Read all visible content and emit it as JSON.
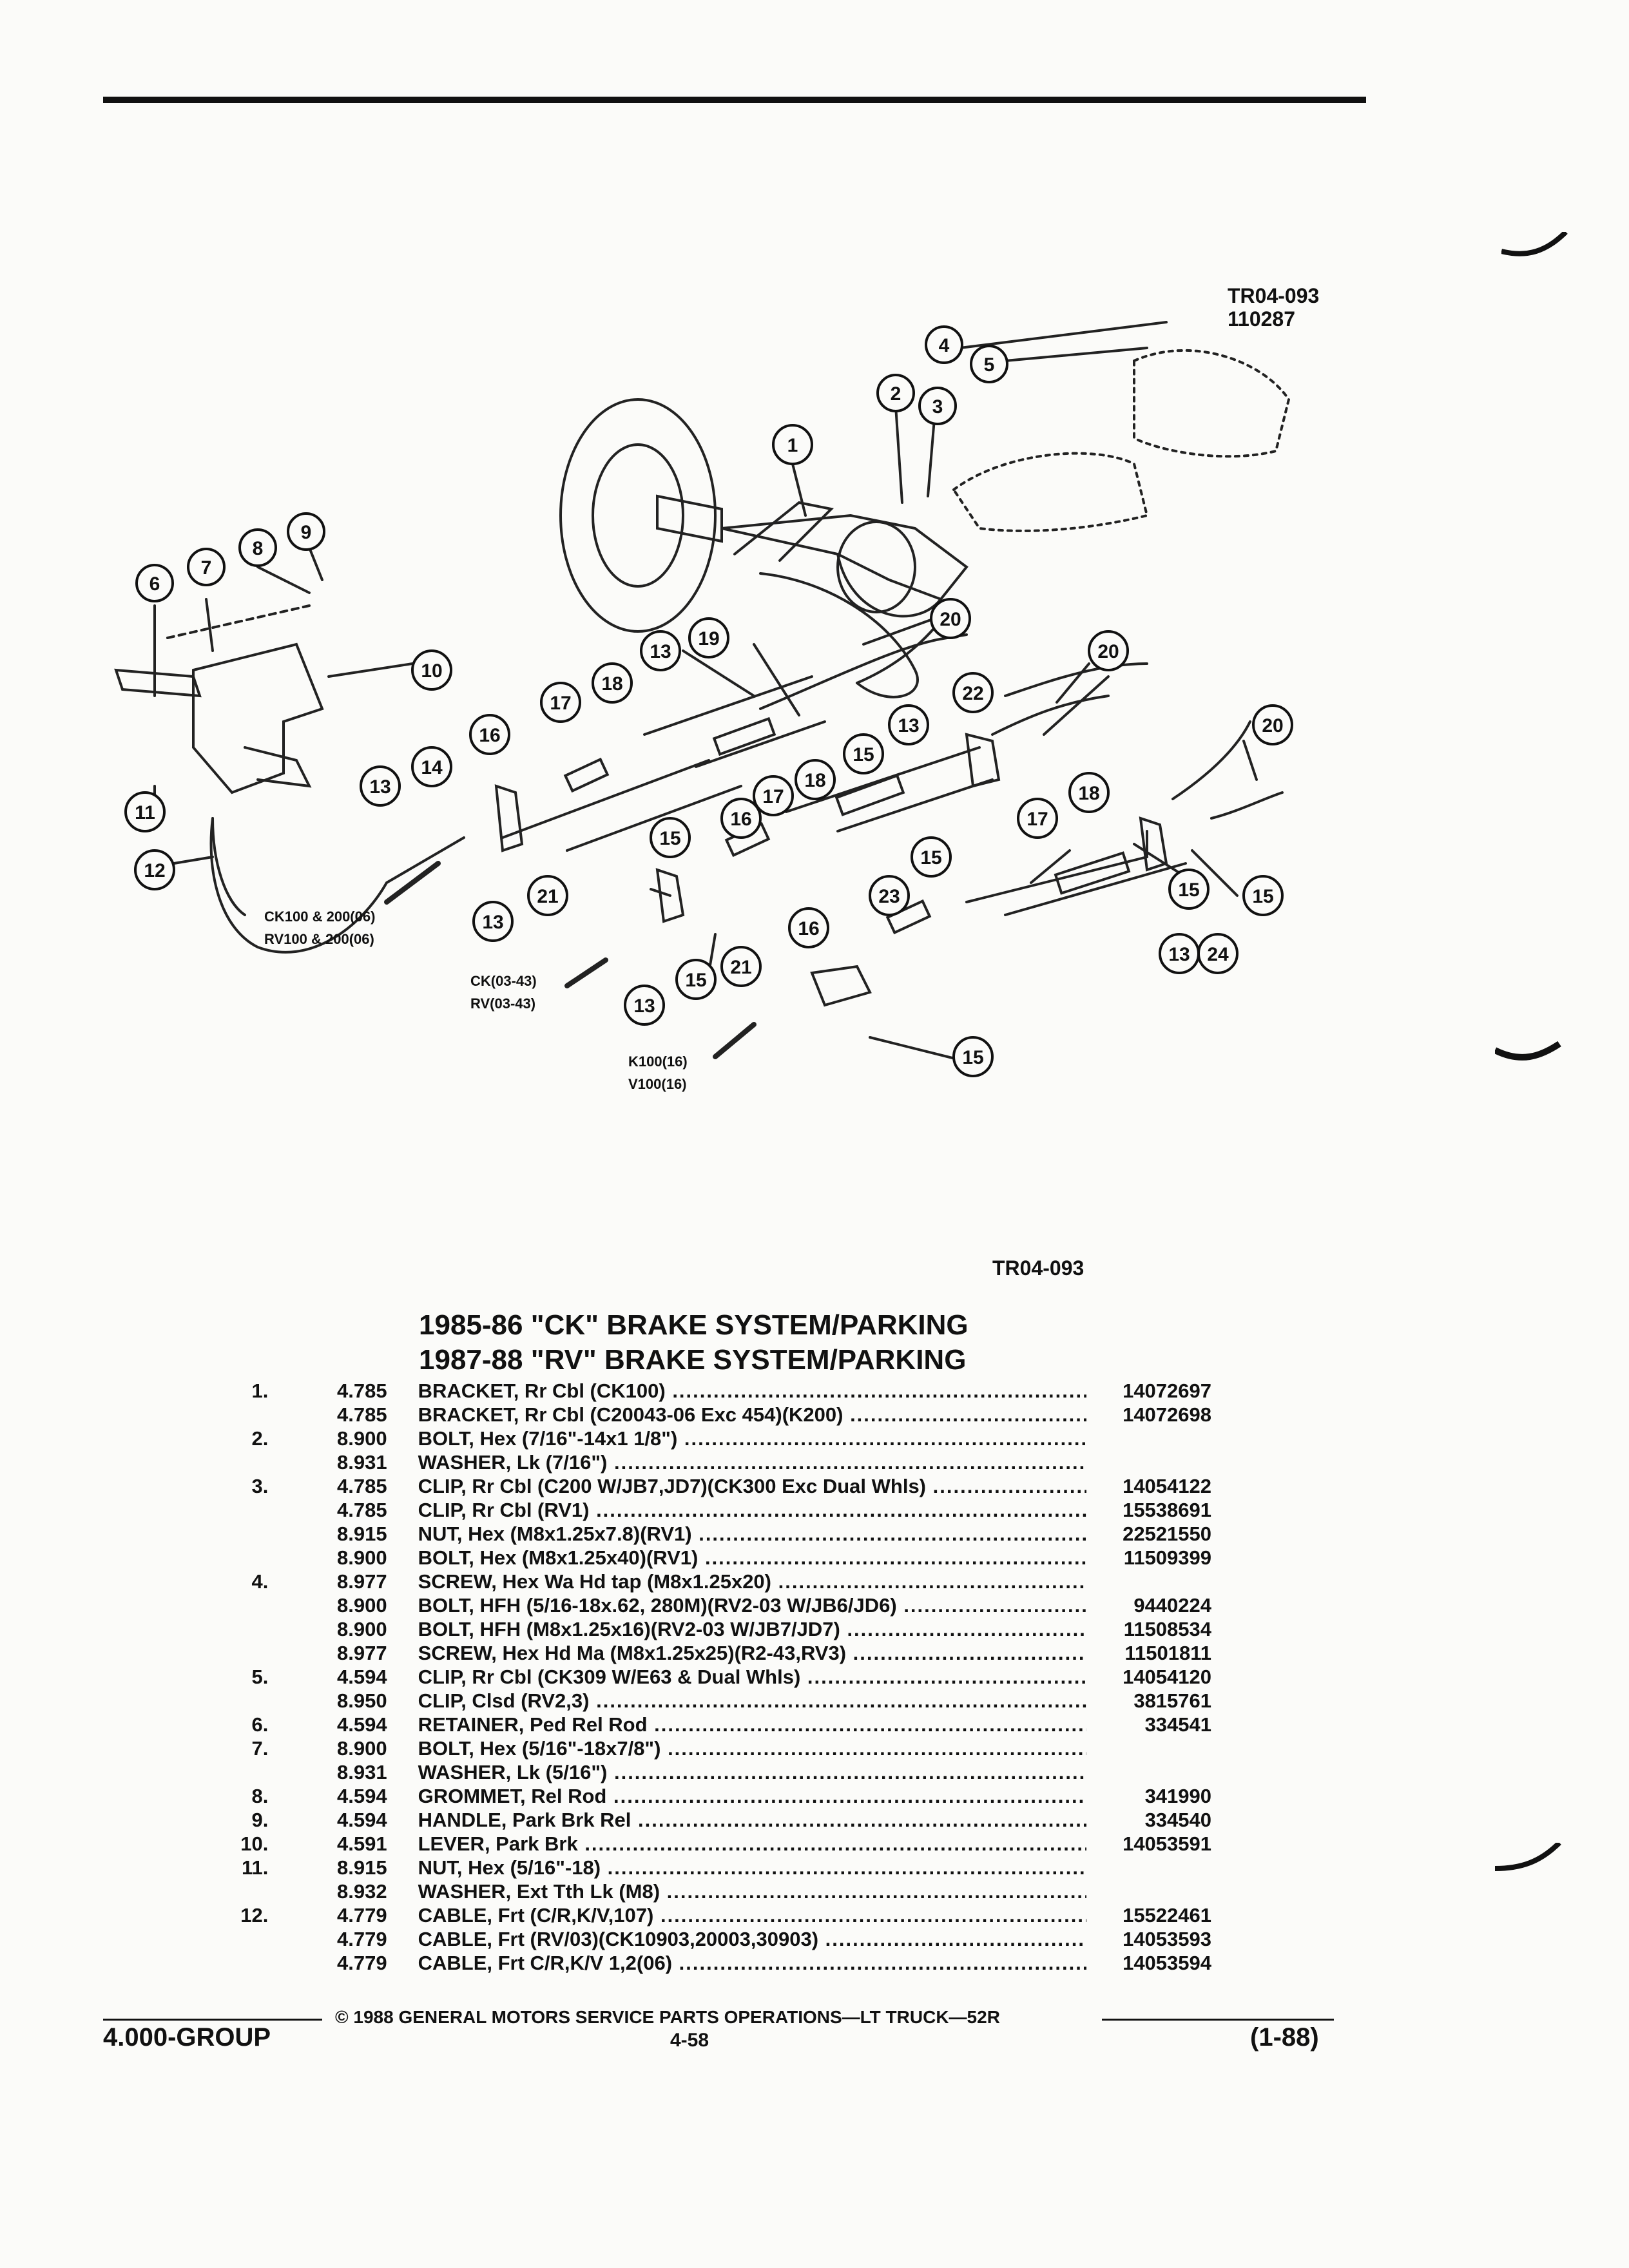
{
  "figure": {
    "id": "TR04-093",
    "sub_id": "110287",
    "callouts": [
      "1",
      "2",
      "3",
      "4",
      "5",
      "6",
      "7",
      "8",
      "9",
      "10",
      "11",
      "12",
      "13",
      "14",
      "15",
      "16",
      "17",
      "18",
      "19",
      "20",
      "21",
      "22",
      "23",
      "24"
    ],
    "labels": {
      "ck100": "CK100 & 200(06)",
      "rv100": "RV100 & 200(06)",
      "ck03": "CK(03-43)",
      "rv03": "RV(03-43)",
      "k100": "K100(16)",
      "v100": "V100(16)"
    }
  },
  "caption_code": "TR04-093",
  "titles": [
    "1985-86 \"CK\" BRAKE SYSTEM/PARKING",
    "1987-88 \"RV\" BRAKE SYSTEM/PARKING"
  ],
  "parts": [
    {
      "item": "1.",
      "group": "4.785",
      "desc": "BRACKET, Rr Cbl (CK100)",
      "pn": "14072697"
    },
    {
      "item": "",
      "group": "4.785",
      "desc": "BRACKET, Rr Cbl (C20043-06 Exc 454)(K200)",
      "pn": "14072698"
    },
    {
      "item": "2.",
      "group": "8.900",
      "desc": "BOLT, Hex (7/16\"-14x1 1/8\")",
      "pn": ""
    },
    {
      "item": "",
      "group": "8.931",
      "desc": "WASHER, Lk (7/16\")",
      "pn": ""
    },
    {
      "item": "3.",
      "group": "4.785",
      "desc": "CLIP, Rr Cbl (C200 W/JB7,JD7)(CK300 Exc Dual Whls)",
      "pn": "14054122"
    },
    {
      "item": "",
      "group": "4.785",
      "desc": "CLIP, Rr Cbl (RV1)",
      "pn": "15538691"
    },
    {
      "item": "",
      "group": "8.915",
      "desc": "NUT, Hex (M8x1.25x7.8)(RV1)",
      "pn": "22521550"
    },
    {
      "item": "",
      "group": "8.900",
      "desc": "BOLT, Hex (M8x1.25x40)(RV1)",
      "pn": "11509399"
    },
    {
      "item": "4.",
      "group": "8.977",
      "desc": "SCREW, Hex Wa Hd tap (M8x1.25x20)",
      "pn": ""
    },
    {
      "item": "",
      "group": "8.900",
      "desc": "BOLT, HFH (5/16-18x.62, 280M)(RV2-03 W/JB6/JD6)",
      "pn": "9440224"
    },
    {
      "item": "",
      "group": "8.900",
      "desc": "BOLT, HFH (M8x1.25x16)(RV2-03 W/JB7/JD7)",
      "pn": "11508534"
    },
    {
      "item": "",
      "group": "8.977",
      "desc": "SCREW, Hex Hd Ma (M8x1.25x25)(R2-43,RV3)",
      "pn": "11501811"
    },
    {
      "item": "5.",
      "group": "4.594",
      "desc": "CLIP, Rr Cbl (CK309 W/E63 & Dual Whls)",
      "pn": "14054120"
    },
    {
      "item": "",
      "group": "8.950",
      "desc": "CLIP, Clsd (RV2,3)",
      "pn": "3815761"
    },
    {
      "item": "6.",
      "group": "4.594",
      "desc": "RETAINER, Ped Rel Rod",
      "pn": "334541"
    },
    {
      "item": "7.",
      "group": "8.900",
      "desc": "BOLT, Hex (5/16\"-18x7/8\")",
      "pn": ""
    },
    {
      "item": "",
      "group": "8.931",
      "desc": "WASHER, Lk (5/16\")",
      "pn": ""
    },
    {
      "item": "8.",
      "group": "4.594",
      "desc": "GROMMET, Rel Rod",
      "pn": "341990"
    },
    {
      "item": "9.",
      "group": "4.594",
      "desc": "HANDLE, Park Brk Rel",
      "pn": "334540"
    },
    {
      "item": "10.",
      "group": "4.591",
      "desc": "LEVER, Park Brk",
      "pn": "14053591"
    },
    {
      "item": "11.",
      "group": "8.915",
      "desc": "NUT, Hex (5/16\"-18)",
      "pn": ""
    },
    {
      "item": "",
      "group": "8.932",
      "desc": "WASHER, Ext Tth Lk (M8)",
      "pn": ""
    },
    {
      "item": "12.",
      "group": "4.779",
      "desc": "CABLE, Frt (C/R,K/V,107)",
      "pn": "15522461"
    },
    {
      "item": "",
      "group": "4.779",
      "desc": "CABLE, Frt (RV/03)(CK10903,20003,30903)",
      "pn": "14053593"
    },
    {
      "item": "",
      "group": "4.779",
      "desc": "CABLE, Frt C/R,K/V 1,2(06)",
      "pn": "14053594"
    }
  ],
  "footer": {
    "copyright": "© 1988 GENERAL MOTORS SERVICE PARTS OPERATIONS—LT TRUCK—52R",
    "group": "4.000-GROUP",
    "page": "4-58",
    "revision": "(1-88)"
  }
}
